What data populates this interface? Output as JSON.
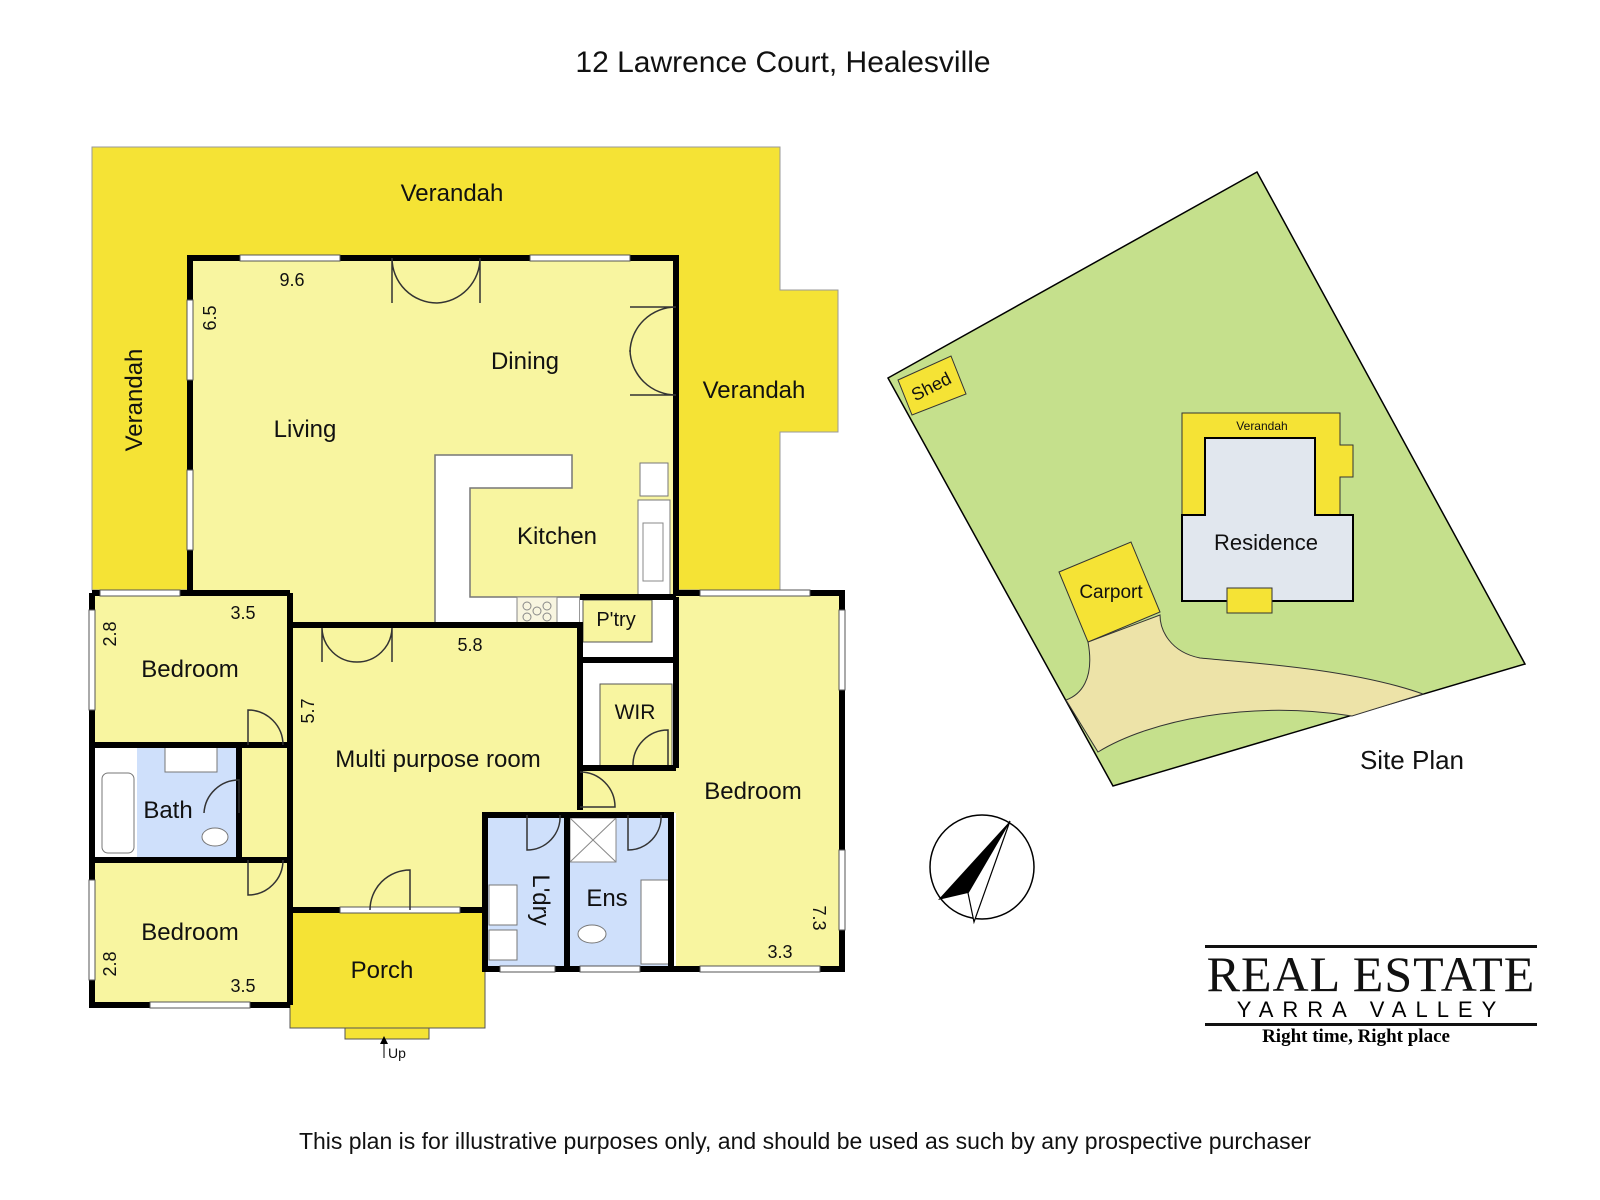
{
  "title": "12 Lawrence Court, Healesville",
  "footer": "This plan is for illustrative purposes only, and should be used as such by any prospective purchaser",
  "colors": {
    "verandah": "#f5e335",
    "room": "#f8f5a0",
    "wet": "#cfe0fb",
    "site": "#c5e08c",
    "driveway": "#ede3a8",
    "residence": "#e1e7ee"
  },
  "floor_plan": {
    "rooms": {
      "verandah_top": "Verandah",
      "verandah_left": "Verandah",
      "verandah_right": "Verandah",
      "living": "Living",
      "dining": "Dining",
      "kitchen": "Kitchen",
      "pantry": "P'try",
      "wir": "WIR",
      "bedroom1": "Bedroom",
      "bedroom2": "Bedroom",
      "bedroom3": "Bedroom",
      "bath": "Bath",
      "multi": "Multi purpose room",
      "laundry": "L'dry",
      "ensuite": "Ens",
      "porch": "Porch",
      "up": "Up"
    },
    "dimensions": {
      "living_w": "9.6",
      "living_h": "6.5",
      "bed1_w": "3.5",
      "bed1_h": "2.8",
      "bed2_w": "3.5",
      "bed2_h": "2.8",
      "multi_w": "5.8",
      "multi_h": "5.7",
      "bed3_w": "3.3",
      "bed3_h": "7.3"
    }
  },
  "site_plan": {
    "label": "Site Plan",
    "shed": "Shed",
    "verandah": "Verandah",
    "residence": "Residence",
    "carport": "Carport"
  },
  "logo": {
    "line1": "REAL ESTATE",
    "line2": "YARRA VALLEY",
    "tagline": "Right time, Right place"
  }
}
